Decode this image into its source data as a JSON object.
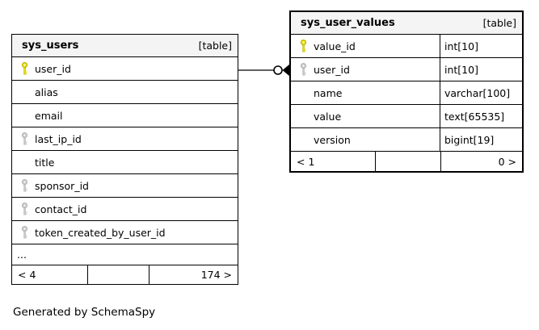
{
  "caption": "Generated by SchemaSpy",
  "colors": {
    "primary_key": "#e8df0e",
    "primary_key_stroke": "#b9b000",
    "foreign_key": "#c9c9c9",
    "foreign_key_stroke": "#b5b5b5",
    "header_bg": "#f4f4f4",
    "border": "#000000"
  },
  "tables": [
    {
      "name": "sys_users",
      "badge": "[table]",
      "columns": [
        {
          "label": "user_id",
          "key": "primary"
        },
        {
          "label": "alias",
          "key": ""
        },
        {
          "label": "email",
          "key": ""
        },
        {
          "label": "last_ip_id",
          "key": "foreign"
        },
        {
          "label": "title",
          "key": ""
        },
        {
          "label": "sponsor_id",
          "key": "foreign"
        },
        {
          "label": "contact_id",
          "key": "foreign"
        },
        {
          "label": "token_created_by_user_id",
          "key": "foreign"
        }
      ],
      "truncated_indicator": "...",
      "footer": {
        "left": "< 4",
        "middle": "",
        "right": "174 >"
      }
    },
    {
      "name": "sys_user_values",
      "badge": "[table]",
      "columns": [
        {
          "label": "value_id",
          "key": "primary",
          "type": "int[10]"
        },
        {
          "label": "user_id",
          "key": "foreign",
          "type": "int[10]"
        },
        {
          "label": "name",
          "key": "",
          "type": "varchar[100]"
        },
        {
          "label": "value",
          "key": "",
          "type": "text[65535]"
        },
        {
          "label": "version",
          "key": "",
          "type": "bigint[19]"
        }
      ],
      "footer": {
        "left": "< 1",
        "middle": "",
        "right": "0 >"
      }
    }
  ],
  "relationship": {
    "from": "sys_users.user_id",
    "to": "sys_user_values.user_id",
    "notation": "zero-or-one circle with arrowhead"
  }
}
